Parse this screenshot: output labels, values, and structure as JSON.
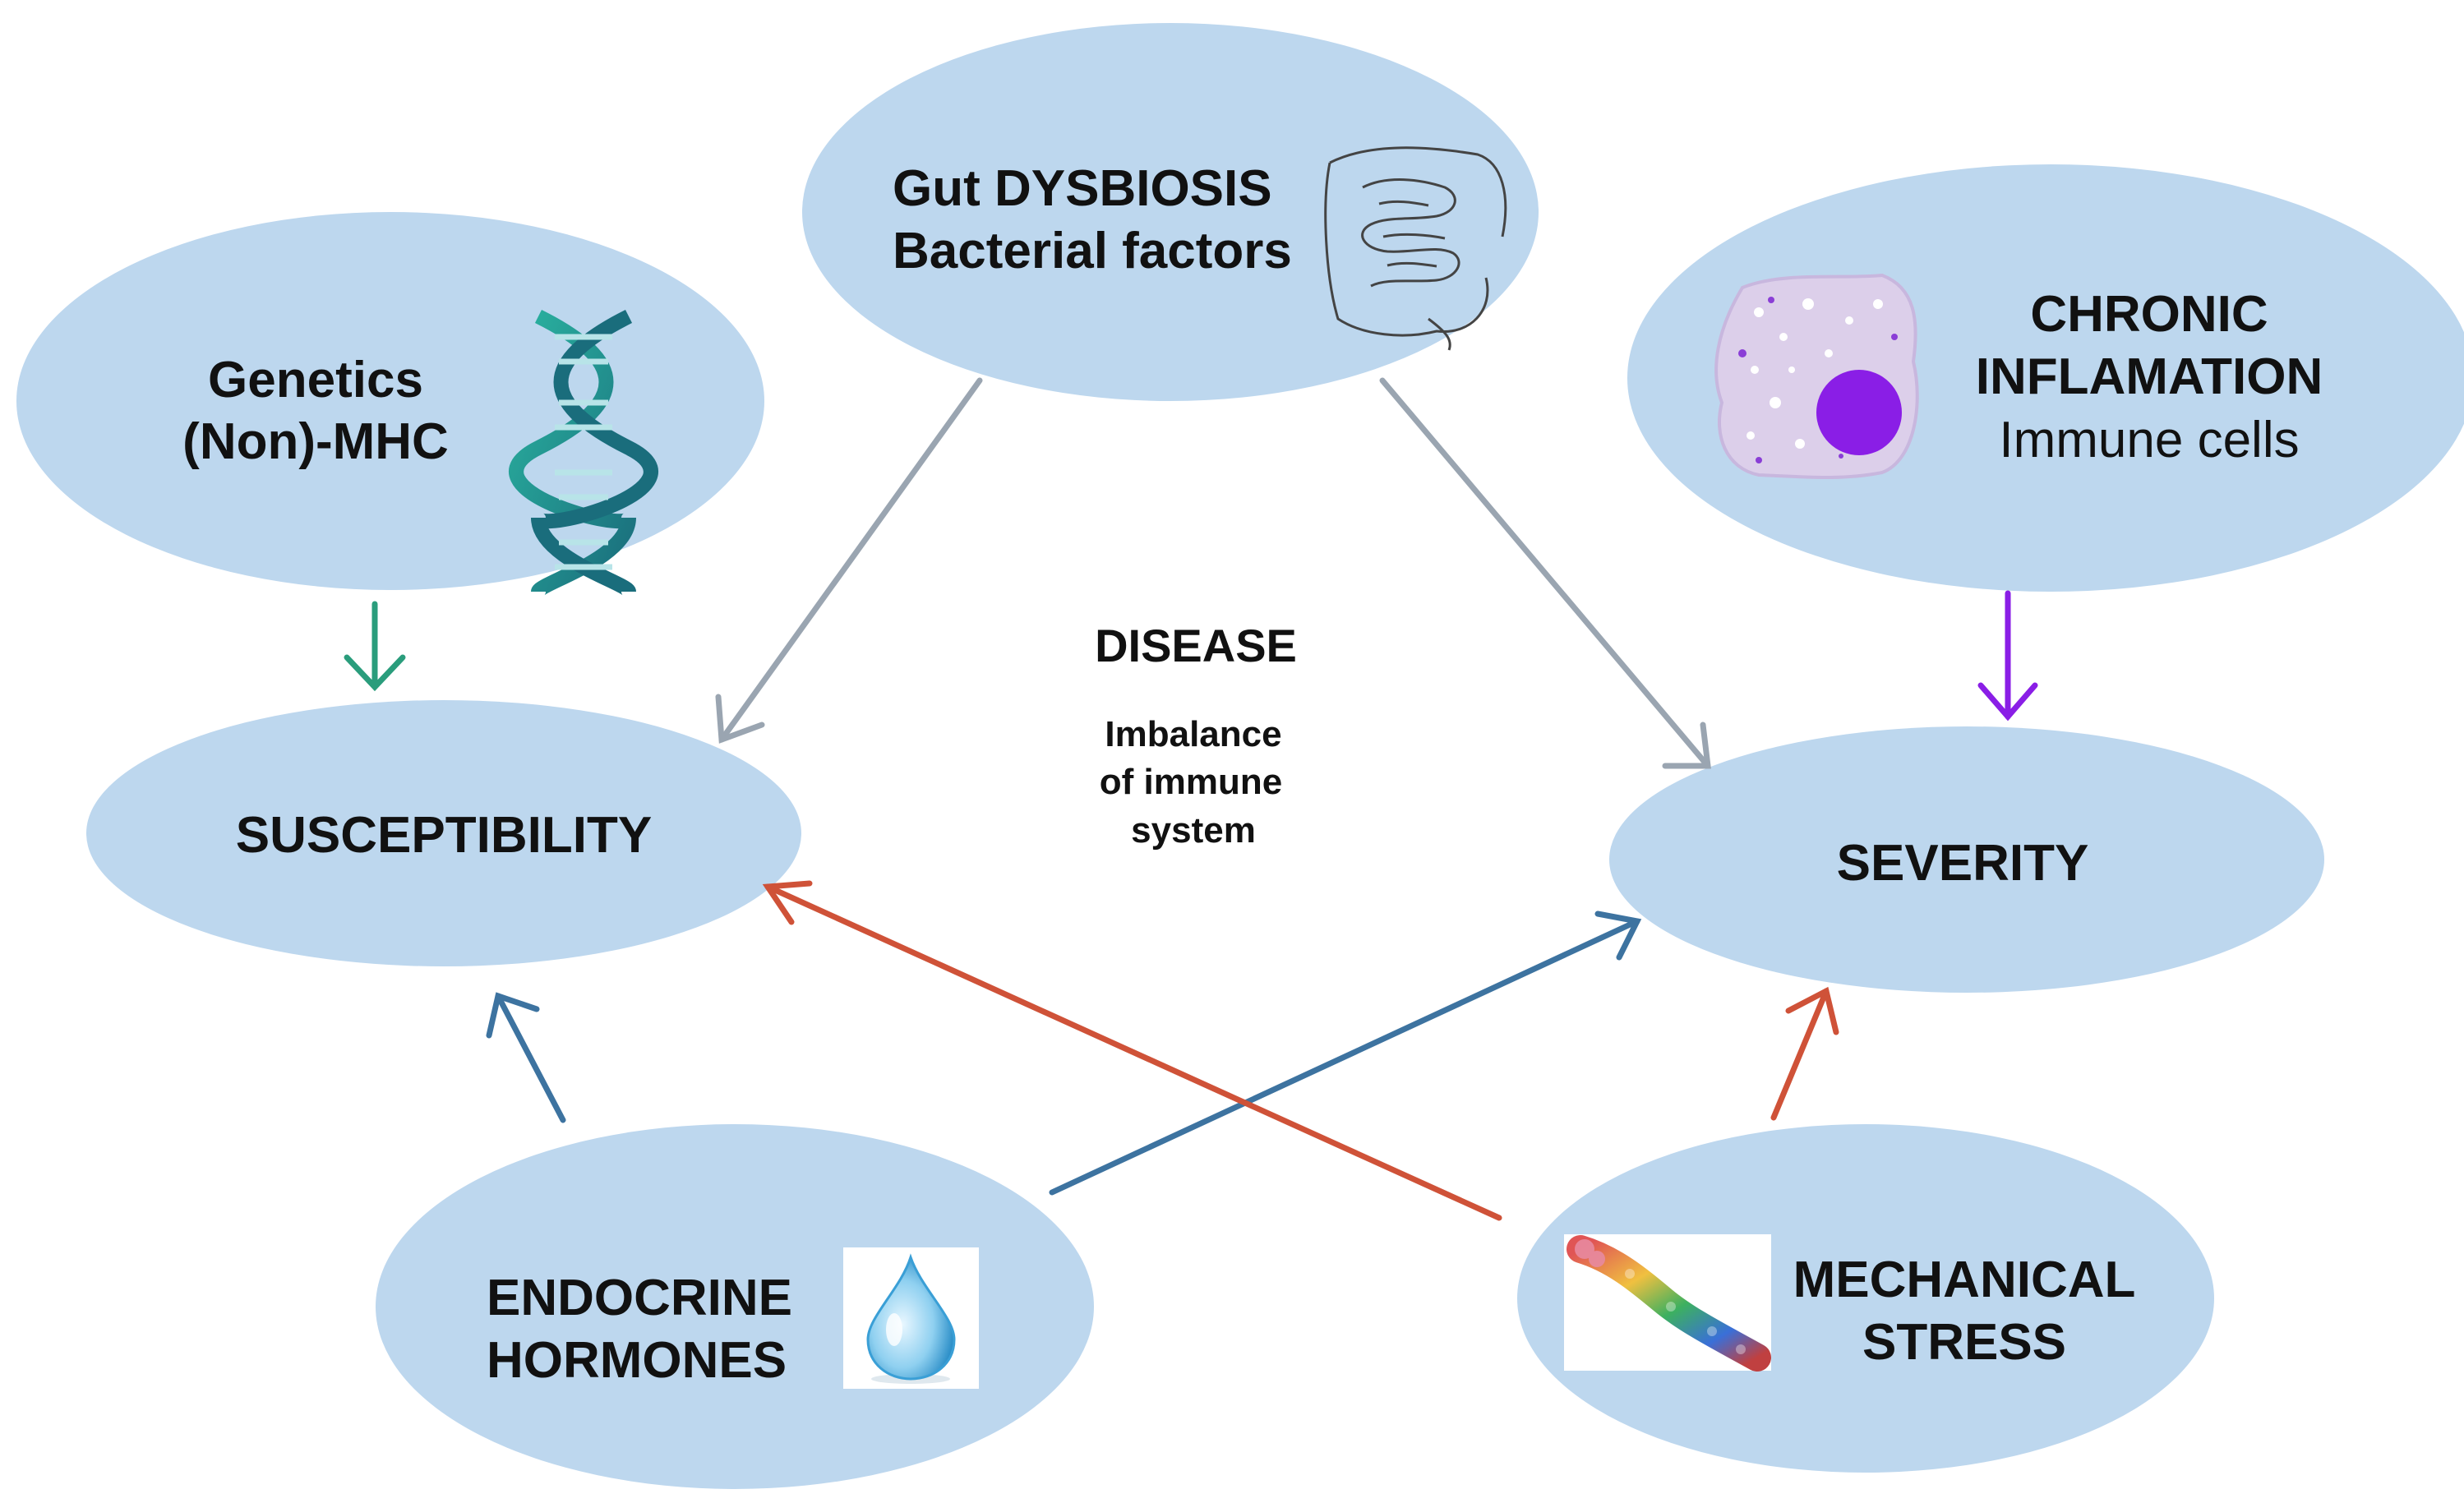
{
  "colors": {
    "node_fill": "#bdd7ee",
    "arrow_grey": "#9aa5b1",
    "arrow_teal": "#2a9d7c",
    "arrow_purple": "#8a1ee6",
    "arrow_blue": "#3d73a0",
    "arrow_red": "#cf5238"
  },
  "center": {
    "title": "DISEASE",
    "lines": [
      "Imbalance",
      "of immune",
      "system"
    ]
  },
  "nodes": {
    "gut": {
      "lines": [
        "Gut DYSBIOSIS",
        "Bacterial factors"
      ],
      "icon": "intestine-icon"
    },
    "genetics": {
      "lines": [
        "Genetics",
        "(Non)-MHC"
      ],
      "icon": "dna-helix-icon"
    },
    "inflammation": {
      "lines": [
        "CHRONIC",
        "INFLAMATION",
        "Immune cells"
      ],
      "icon": "immune-cell-icon"
    },
    "susceptibility": {
      "label": "SUSCEPTIBILITY"
    },
    "severity": {
      "label": "SEVERITY"
    },
    "endocrine": {
      "lines": [
        "ENDOCRINE",
        "HORMONES"
      ],
      "icon": "water-drop-icon"
    },
    "mechanical": {
      "lines": [
        "MECHANICAL",
        "STRESS"
      ],
      "icon": "protein-structure-icon"
    }
  }
}
